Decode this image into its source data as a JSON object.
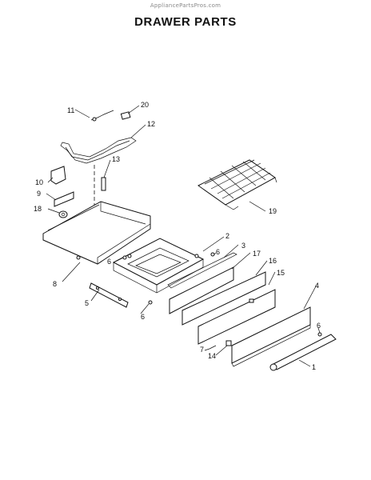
{
  "header": {
    "watermark": "AppliancePartsPros.com",
    "title": "DRAWER PARTS"
  },
  "callouts": [
    "11",
    "20",
    "12",
    "13",
    "10",
    "9",
    "18",
    "19",
    "2",
    "3",
    "17",
    "16",
    "15",
    "6",
    "8",
    "5",
    "4",
    "7",
    "14",
    "1"
  ]
}
